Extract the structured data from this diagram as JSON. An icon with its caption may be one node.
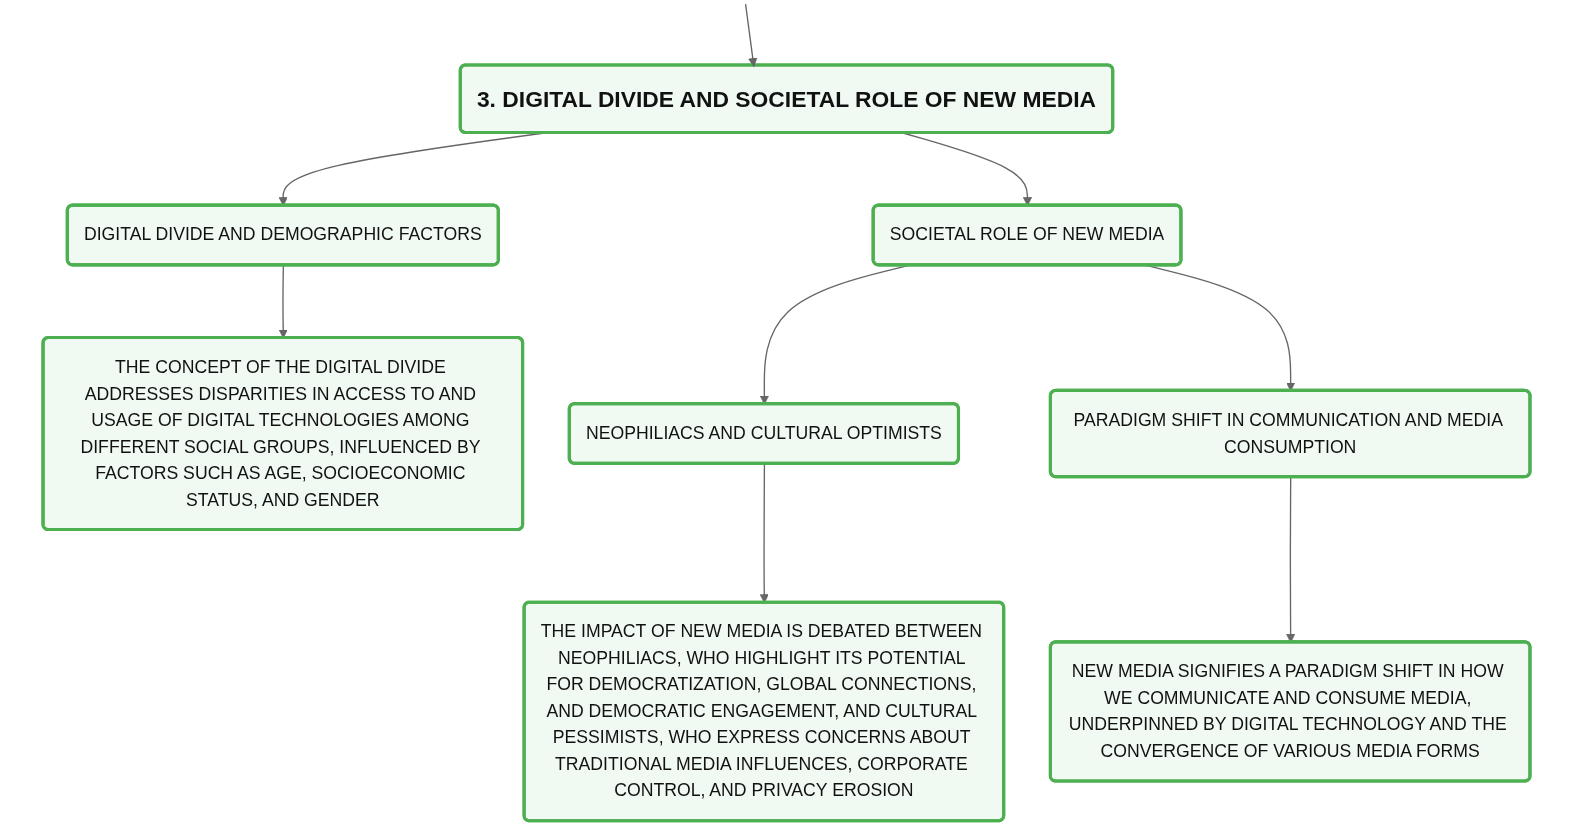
{
  "diagram": {
    "nodes": [
      {
        "text": [
          "3. DIGITAL DIVIDE AND SOCIETAL ROLE OF NEW MEDIA"
        ]
      },
      {
        "text": [
          "DIGITAL DIVIDE AND DEMOGRAPHIC FACTORS"
        ]
      },
      {
        "text": [
          "SOCIETAL ROLE OF NEW MEDIA"
        ]
      },
      {
        "text": [
          "THE CONCEPT OF THE DIGITAL DIVIDE ADDRESSES DISPARITIES IN ACCESS TO AND USAGE OF DIGITAL TECHNOLOGIES AMONG DIFFERENT SOCIAL GROUPS, INFLUENCED BY FACTORS SUCH AS AGE, SOCIOECONOMIC STATUS, AND GENDER"
        ]
      },
      {
        "text": [
          "NEOPHILIACS AND CULTURAL OPTIMISTS"
        ]
      },
      {
        "text": [
          "PARADIGM SHIFT IN COMMUNICATION AND MEDIA CONSUMPTION"
        ]
      },
      {
        "text": [
          "THE IMPACT OF NEW MEDIA IS DEBATED BETWEEN NEOPHILIACS, WHO HIGHLIGHT ITS POTENTIAL FOR DEMOCRATIZATION, GLOBAL CONNECTIONS, AND DEMOCRATIC ENGAGEMENT, AND CULTURAL PESSIMISTS, WHO EXPRESS CONCERNS ABOUT TRADITIONAL MEDIA INFLUENCES, CORPORATE CONTROL, AND PRIVACY EROSION"
        ]
      },
      {
        "text": [
          "NEW MEDIA SIGNIFIES A PARADIGM SHIFT IN HOW WE COMMUNICATE AND CONSUME MEDIA, UNDERPINNED BY DIGITAL TECHNOLOGY AND THE CONVERGENCE OF VARIOUS MEDIA FORMS"
        ]
      }
    ],
    "edges": [
      {
        "from": null,
        "to": 0,
        "arrow": "to"
      },
      {
        "from": 0,
        "to": 1,
        "arrow": "to"
      },
      {
        "from": 0,
        "to": 2,
        "arrow": "to"
      },
      {
        "from": 1,
        "to": 3,
        "arrow": "to"
      },
      {
        "from": 2,
        "to": 4,
        "arrow": "to"
      },
      {
        "from": 2,
        "to": 5,
        "arrow": "to"
      },
      {
        "from": 4,
        "to": 6,
        "arrow": "to"
      },
      {
        "from": 5,
        "to": 7,
        "arrow": "to"
      }
    ]
  }
}
